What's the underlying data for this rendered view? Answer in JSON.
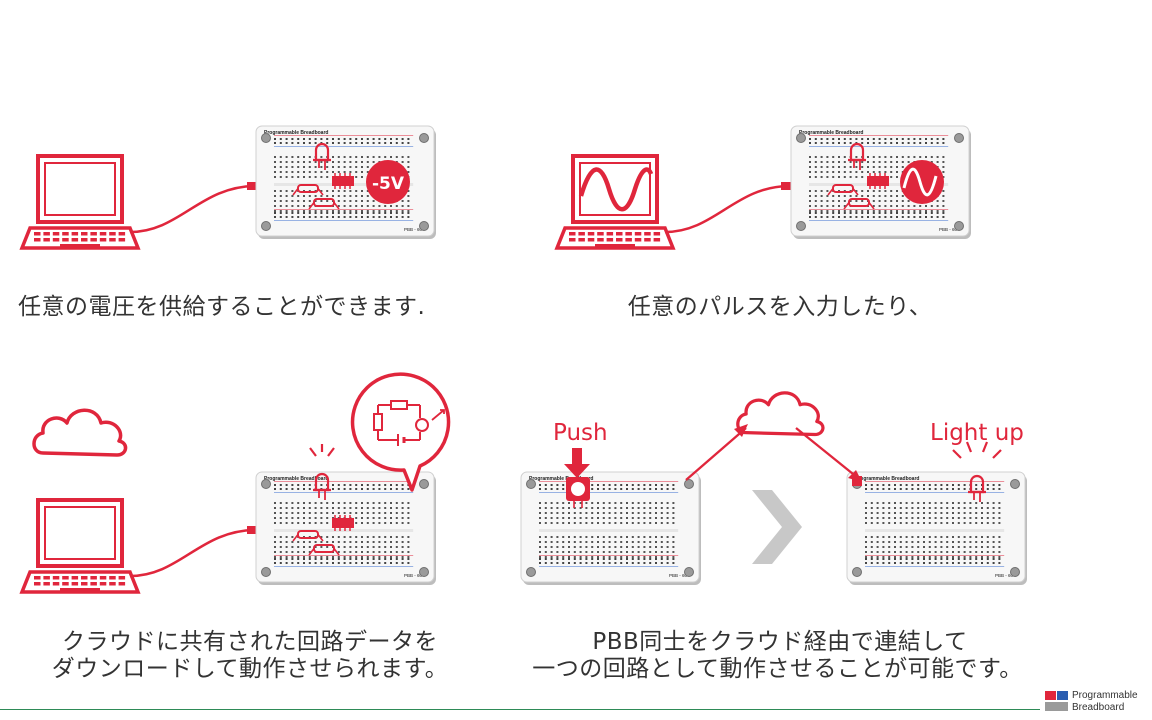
{
  "colors": {
    "accent": "#e0263c",
    "text": "#333333",
    "chevron": "#c8c8c8"
  },
  "board_labels": {
    "title": "Programmable Breadboard",
    "model": "PBB - 60"
  },
  "panels": {
    "voltage": {
      "caption": "任意の電圧を供給することができます.",
      "badge": "-5V"
    },
    "pulse": {
      "caption": "任意のパルスを入力したり、"
    },
    "download": {
      "caption_line1": "クラウドに共有された回路データを",
      "caption_line2": "ダウンロードして動作させられます。"
    },
    "link": {
      "caption_line1": "PBB同士をクラウド経由で連結して",
      "caption_line2": "一つの回路として動作させることが可能です。",
      "push_label": "Push",
      "light_label": "Light up"
    }
  },
  "logo": {
    "text": "Programmable\nBreadboard"
  }
}
